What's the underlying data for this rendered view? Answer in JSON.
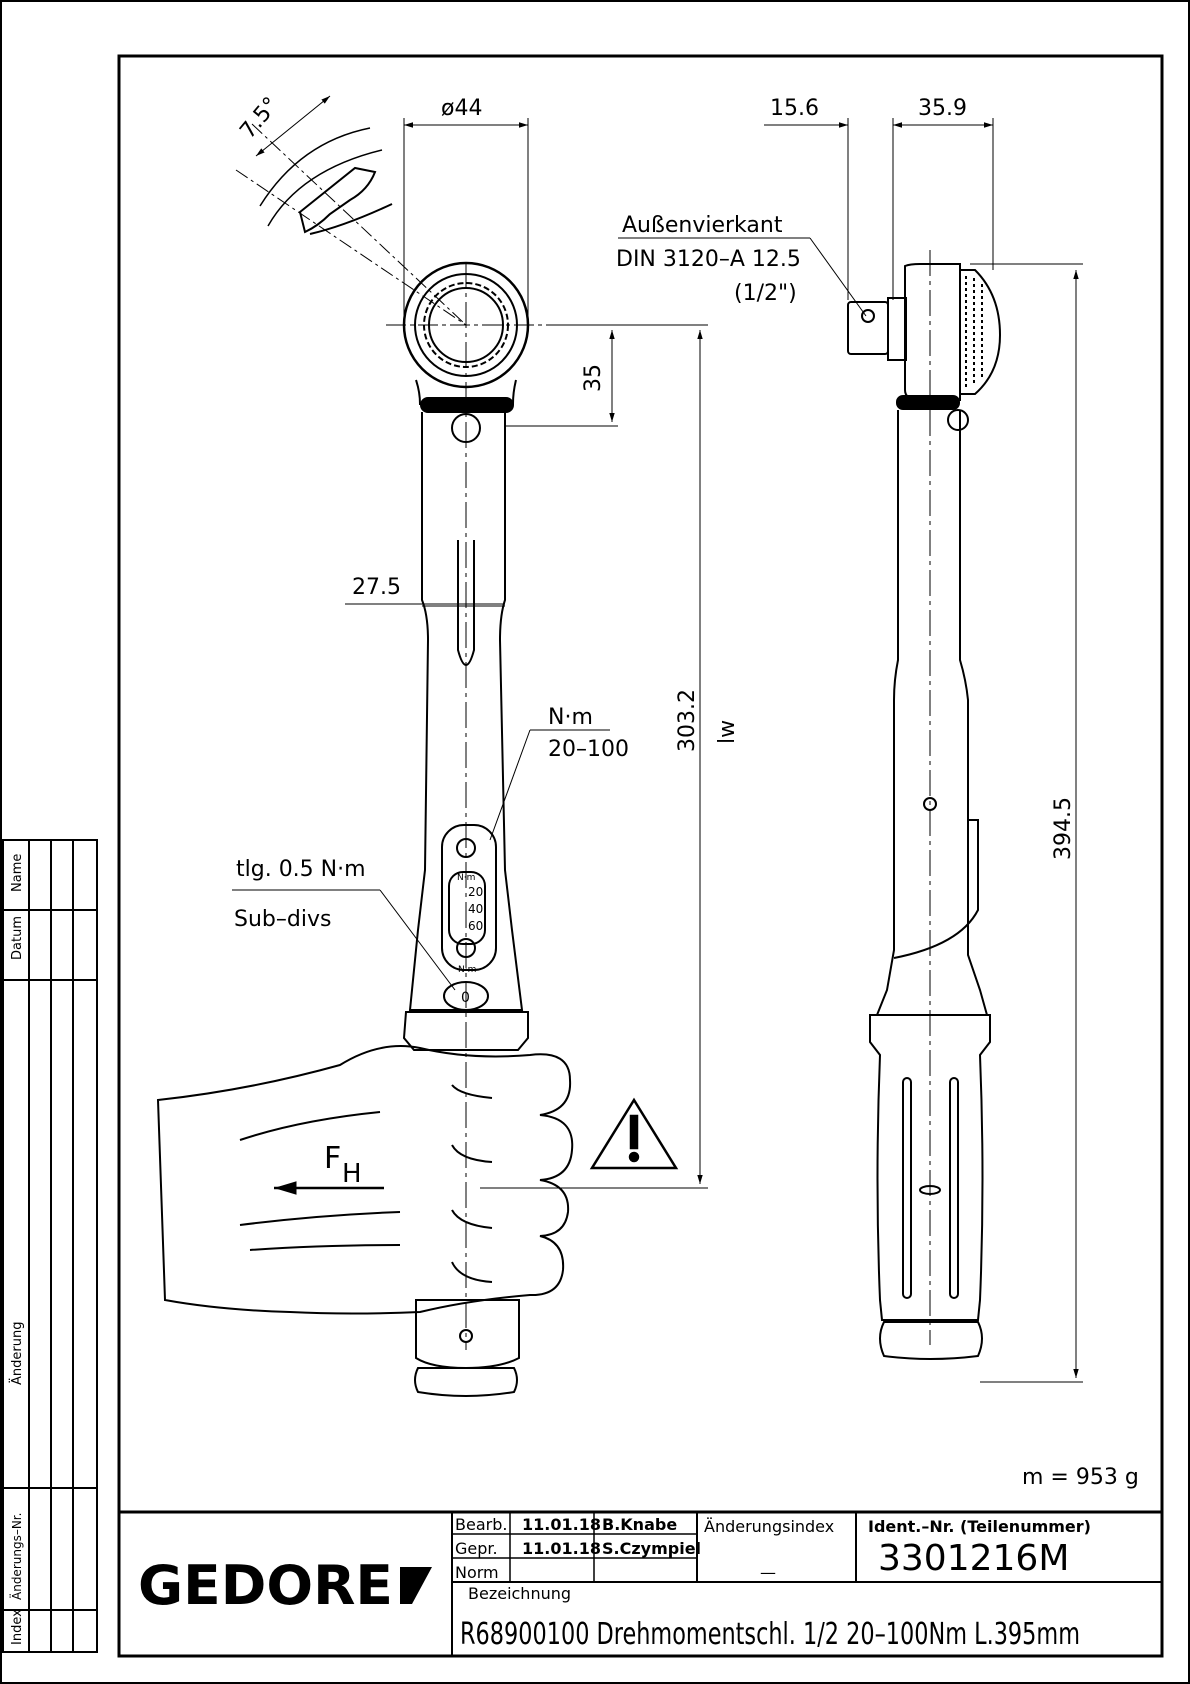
{
  "dimensions": {
    "angle": "7.5°",
    "diameter_head": "ø44",
    "d15_6": "15.6",
    "d35_9": "35.9",
    "d35": "35",
    "d27_5": "27.5",
    "d303_2": "303.2",
    "lw": "lw",
    "d394_5": "394.5"
  },
  "labels": {
    "drive_line1": "Außenvierkant",
    "drive_line2": "DIN 3120–A 12.5",
    "drive_line3": "(1/2\")",
    "unit": "N·m",
    "range": "20–100",
    "subdiv_line1": "tlg. 0.5  N·m",
    "subdiv_line2": "Sub–divs",
    "force": "F",
    "force_sub": "H",
    "scale_unit": "N·m",
    "scale_20": "20",
    "scale_40": "40",
    "scale_60": "60",
    "window_unit": "N·m",
    "window_value": "0",
    "mass": "m = 953 g"
  },
  "side_table": {
    "name": "Name",
    "datum": "Datum",
    "aenderung": "Änderung",
    "aenderungs_nr": "Änderungs–Nr.",
    "index": "Index"
  },
  "title_block": {
    "logo": "GEDORE",
    "bearb_label": "Bearb.",
    "bearb_date": "11.01.18",
    "bearb_name": "B.Knabe",
    "gepr_label": "Gepr.",
    "gepr_date": "11.01.18",
    "gepr_name": "S.Czympiel",
    "norm_label": "Norm",
    "aenderungsindex_label": "Änderungsindex",
    "aenderungsindex_value": "—",
    "ident_label": "Ident.–Nr.   (Teilenummer)",
    "ident_value": "3301216M",
    "bezeichnung_label": "Bezeichnung",
    "bezeichnung_value": "R68900100 Drehmomentschl. 1/2 20–100Nm L.395mm"
  }
}
